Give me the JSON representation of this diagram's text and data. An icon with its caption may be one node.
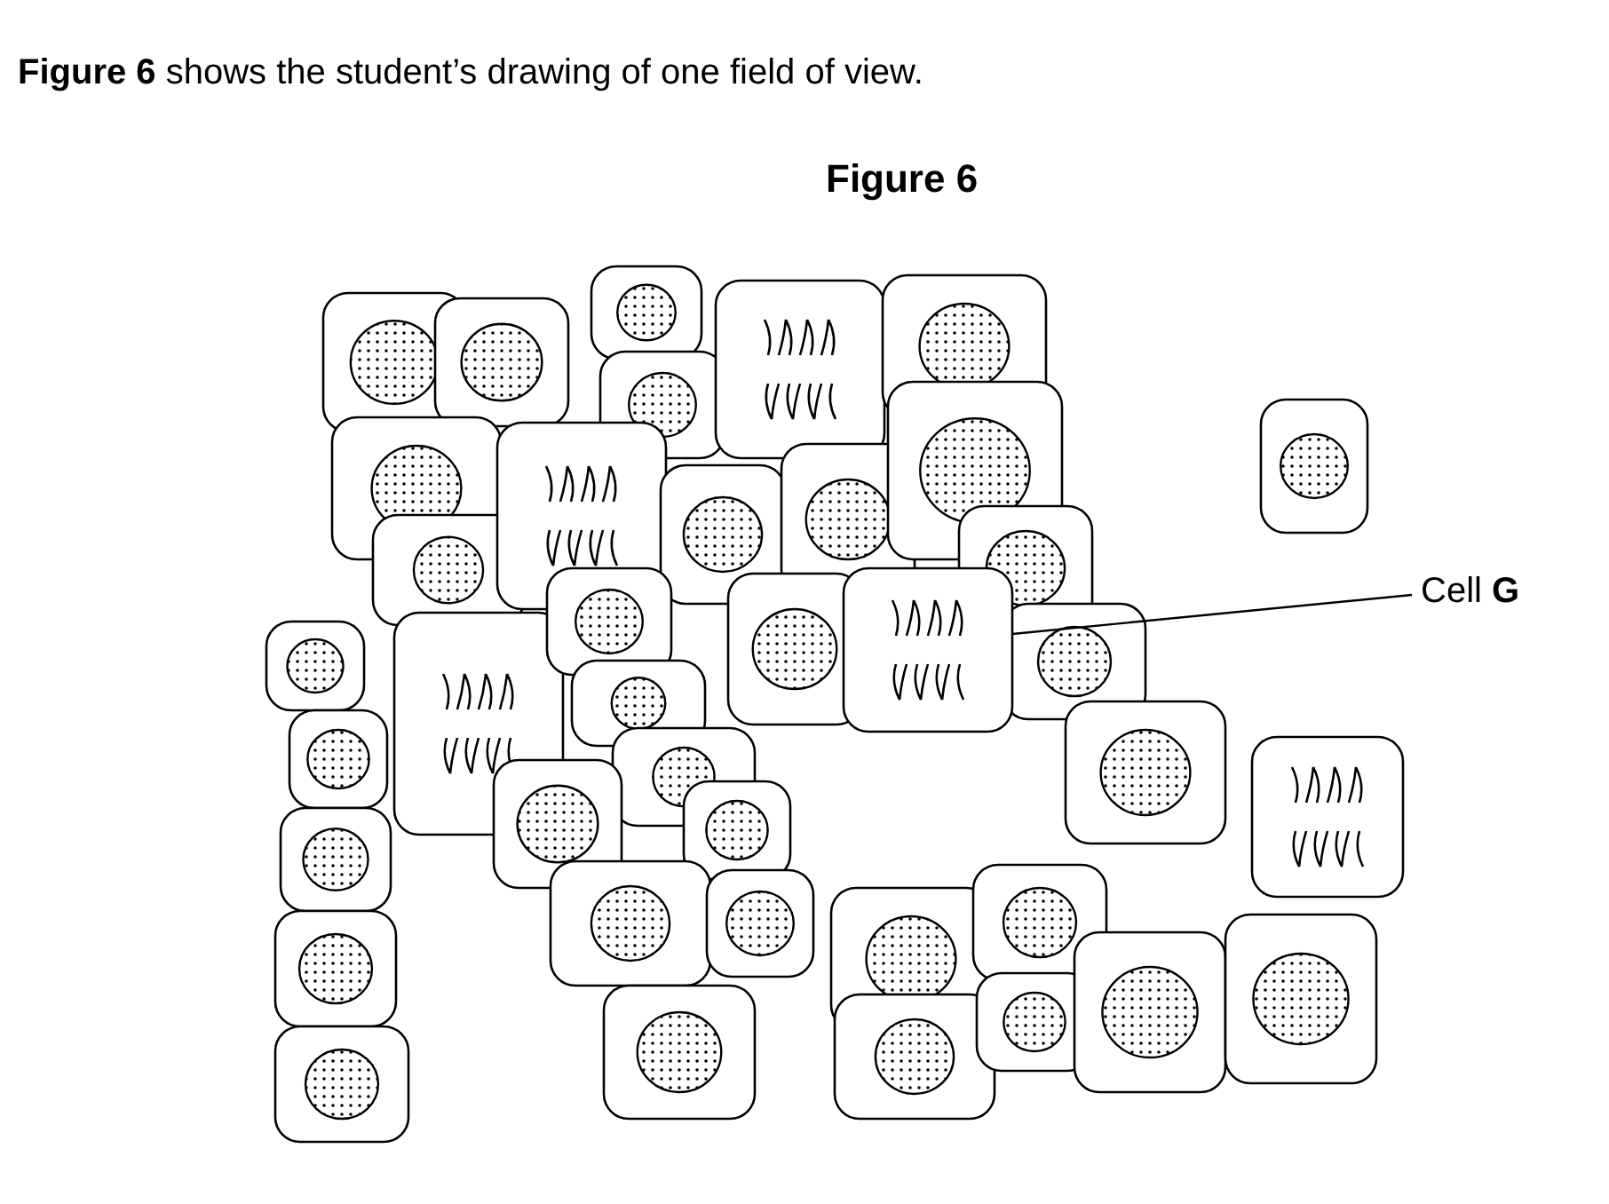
{
  "diagram": {
    "title": "Figure 6",
    "nodes": [
      {
        "text": [
          "Cell **G**"
        ]
      },
      {
        "text": [],
        "shape": "picture"
      }
    ],
    "edges": [
      {
        "from": 0,
        "to": 1,
        "arrow": "none"
      }
    ],
    "labels": [
      "**Figure 6** shows the student’s drawing of one field of view."
    ]
  }
}
